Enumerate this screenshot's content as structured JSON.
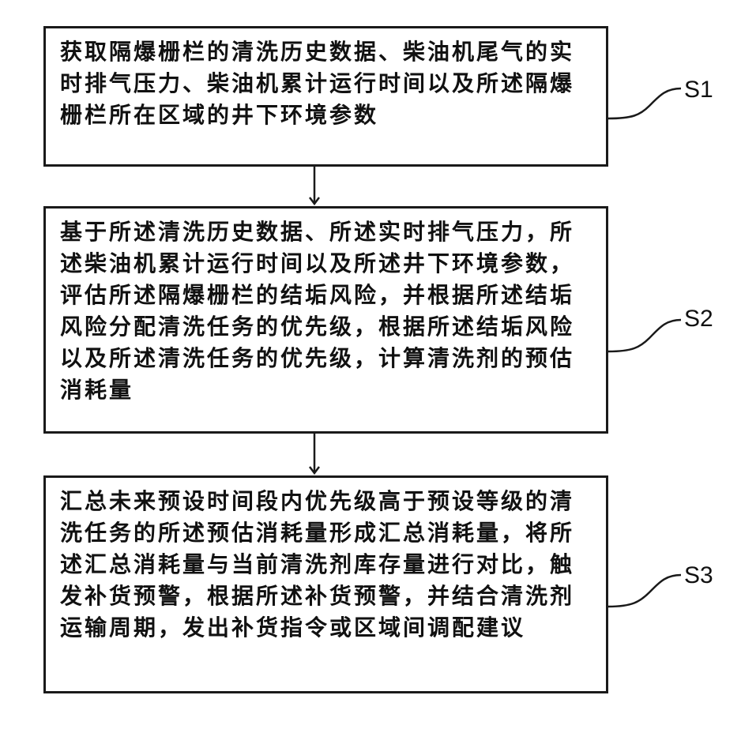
{
  "steps": [
    {
      "id": "S1",
      "label": "S1",
      "text": "获取隔爆栅栏的清洗历史数据、柴油机尾气的实时排气压力、柴油机累计运行时间以及所述隔爆栅栏所在区域的井下环境参数"
    },
    {
      "id": "S2",
      "label": "S2",
      "text": "基于所述清洗历史数据、所述实时排气压力，所述柴油机累计运行时间以及所述井下环境参数，评估所述隔爆栅栏的结垢风险，并根据所述结垢风险分配清洗任务的优先级，根据所述结垢风险以及所述清洗任务的优先级，计算清洗剂的预估消耗量"
    },
    {
      "id": "S3",
      "label": "S3",
      "text": "汇总未来预设时间段内优先级高于预设等级的清洗任务的所述预估消耗量形成汇总消耗量，将所述汇总消耗量与当前清洗剂库存量进行对比，触发补货预警，根据所述补货预警，并结合清洗剂运输周期，发出补货指令或区域间调配建议"
    }
  ]
}
